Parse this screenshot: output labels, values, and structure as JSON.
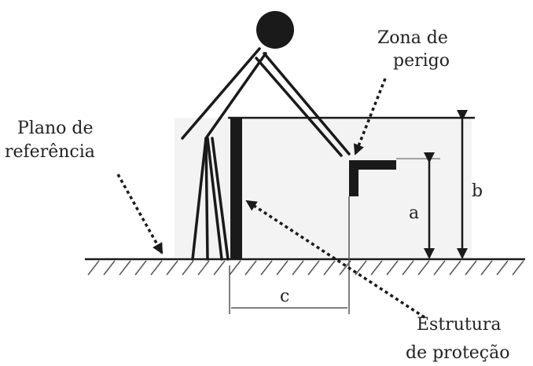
{
  "labels": {
    "danger_zone_line1": "Zona de",
    "danger_zone_line2": "perigo",
    "reference_plane_line1": "Plano de",
    "reference_plane_line2": "referência",
    "structure_line1": "Estrutura",
    "structure_line2": "de proteção",
    "dim_a": "a",
    "dim_b": "b",
    "dim_c": "c"
  },
  "colors": {
    "ink": "#1a1a1a",
    "shade": "#f1f1f1",
    "background": "#ffffff"
  }
}
